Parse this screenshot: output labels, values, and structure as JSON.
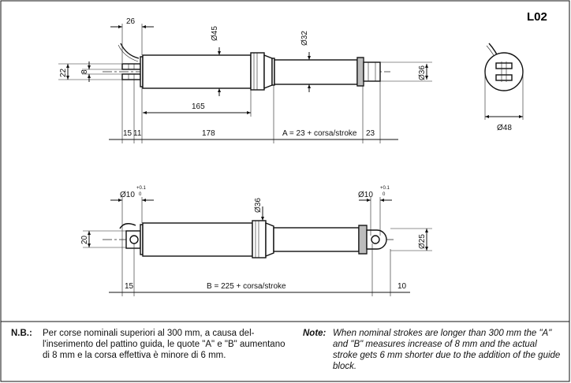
{
  "drawing_code": "L02",
  "top_view": {
    "dims": {
      "d26": "26",
      "phi45": "Ø45",
      "phi32": "Ø32",
      "phi36": "Ø36",
      "d22": "22",
      "d8": "8",
      "d165": "165",
      "d15": "15",
      "d11": "11",
      "d178": "178",
      "dA": "A = 23 + corsa/stroke",
      "d23": "23",
      "phi48": "Ø48"
    }
  },
  "bottom_view": {
    "dims": {
      "phi10_left": "Ø10",
      "tol_left_upper": "+0.1",
      "tol_left_lower": "0",
      "phi36": "Ø36",
      "phi10_right": "Ø10",
      "tol_right_upper": "+0.1",
      "tol_right_lower": "0",
      "d20": "20",
      "phi25": "Ø25",
      "d15": "15",
      "dB": "B = 225 + corsa/stroke",
      "d10": "10"
    }
  },
  "notes": {
    "it_label": "N.B.:",
    "it_text": "Per corse nominali superiori al 300 mm, a causa del-l'inserimento del pattino guida, le quote \"A\" e \"B\" aumentano di 8 mm e la corsa effettiva è minore di 6 mm.",
    "en_label": "Note:",
    "en_text": "When nominal strokes are longer than 300 mm the \"A\" and \"B\" measures increase of 8 mm and the actual stroke gets 6 mm shorter due to the addition of the guide block."
  }
}
